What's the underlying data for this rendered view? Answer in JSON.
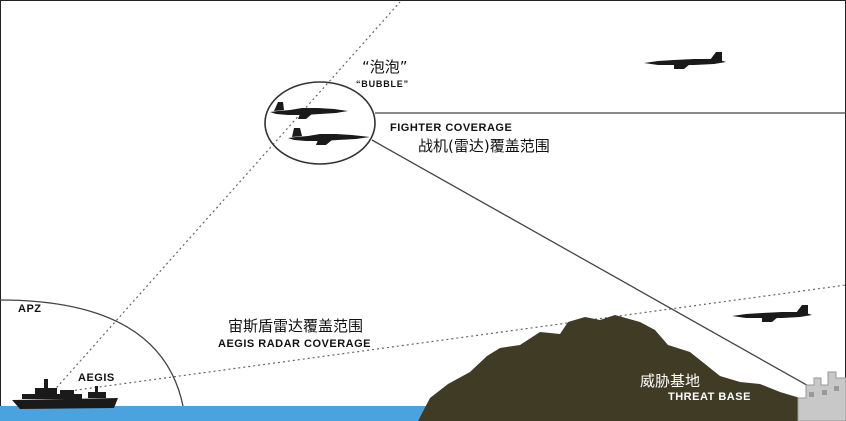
{
  "labels": {
    "bubble_cn": "“泡泡”",
    "bubble_en": "“BUBBLE”",
    "fighter_coverage_en": "FIGHTER COVERAGE",
    "fighter_coverage_cn": "战机(雷达)覆盖范围",
    "aegis_coverage_cn": "宙斯盾雷达覆盖范围",
    "aegis_coverage_en": "AEGIS RADAR COVERAGE",
    "apz": "APZ",
    "aegis": "AEGIS",
    "threat_base_cn": "威胁基地",
    "threat_base_en": "THREAT BASE"
  },
  "colors": {
    "ground": "#3f3b24",
    "sea": "#4aa3df",
    "base": "#c8c8c8",
    "silhouette": "#1a1a1a",
    "lines": "#555555"
  },
  "icons": [
    "fighter-jet-icon",
    "warship-icon",
    "threat-base-building-icon"
  ]
}
